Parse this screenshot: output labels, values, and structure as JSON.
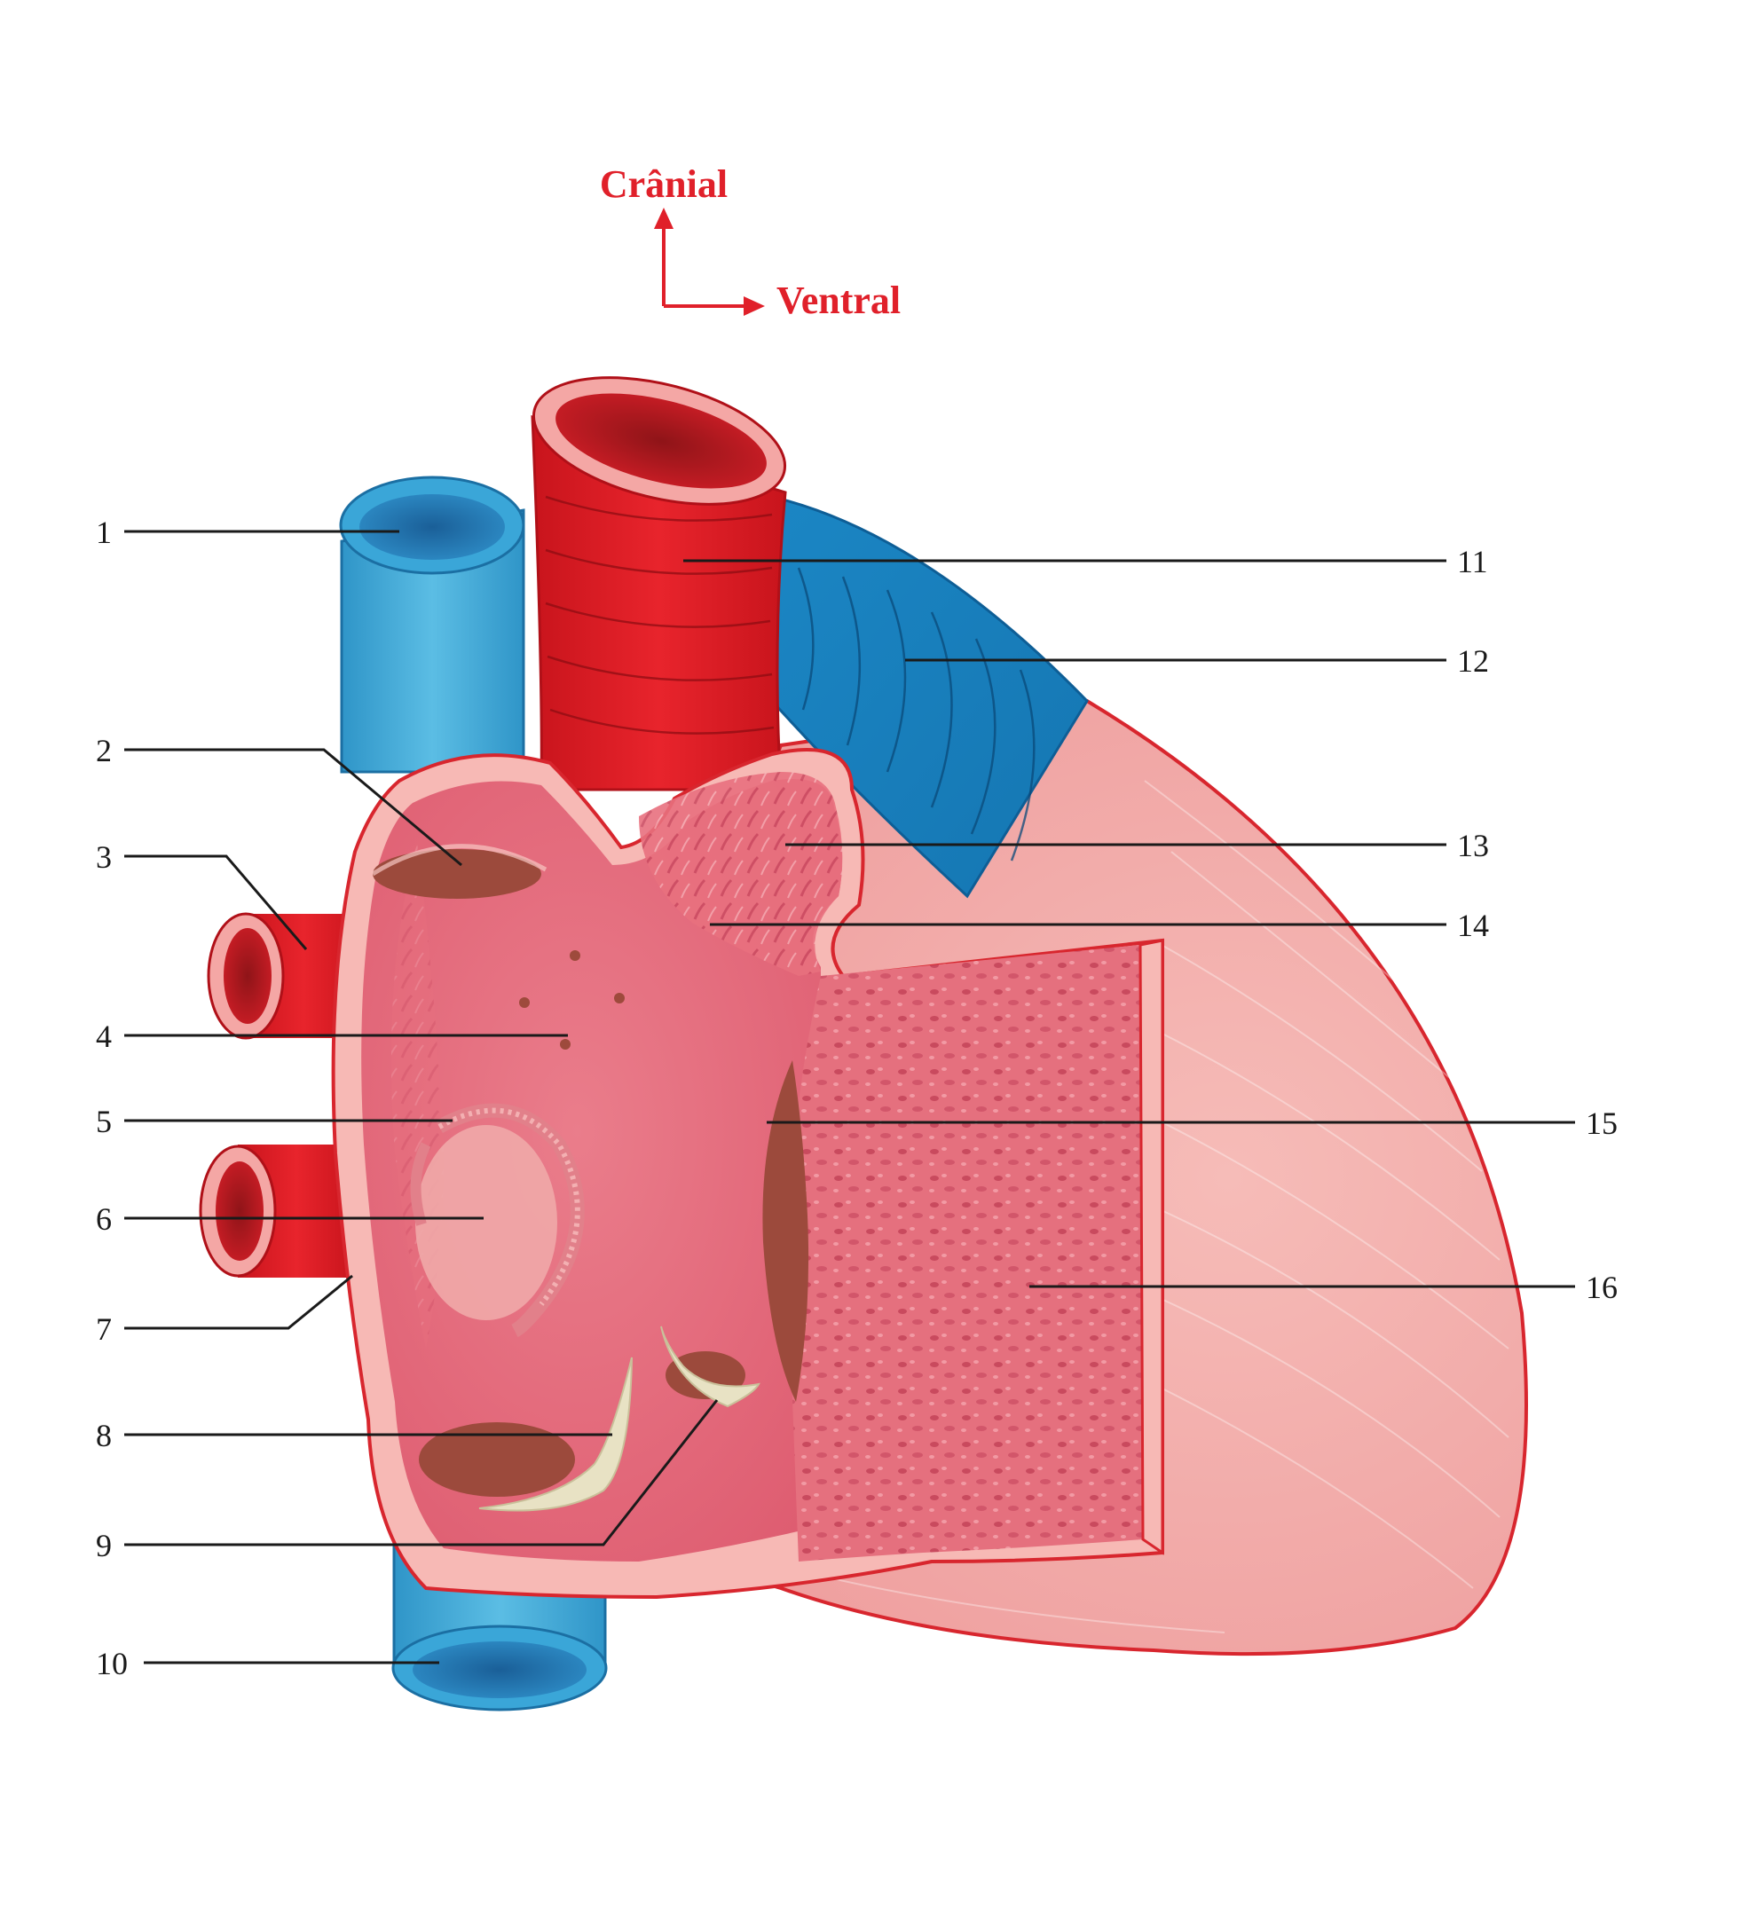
{
  "orientation": {
    "up_label": "Crânial",
    "right_label": "Ventral",
    "color": "#e0202a"
  },
  "labels": [
    {
      "id": "1",
      "text": "1"
    },
    {
      "id": "2",
      "text": "2"
    },
    {
      "id": "3",
      "text": "3"
    },
    {
      "id": "4",
      "text": "4"
    },
    {
      "id": "5",
      "text": "5"
    },
    {
      "id": "6",
      "text": "6"
    },
    {
      "id": "7",
      "text": "7"
    },
    {
      "id": "8",
      "text": "8"
    },
    {
      "id": "9",
      "text": "9"
    },
    {
      "id": "10",
      "text": "10"
    },
    {
      "id": "11",
      "text": "11"
    },
    {
      "id": "12",
      "text": "12"
    },
    {
      "id": "13",
      "text": "13"
    },
    {
      "id": "14",
      "text": "14"
    },
    {
      "id": "15",
      "text": "15"
    },
    {
      "id": "16",
      "text": "16"
    }
  ],
  "colors": {
    "vein_blue": "#3aa6d8",
    "artery_red": "#e01c24",
    "heart_pink": "#f2aaa8",
    "chamber_pink": "#e8707e",
    "wall_pink": "#f7b9b5",
    "outline_red": "#d8262e",
    "valve_cream": "#e8e2c4",
    "opening_brown": "#9c4a3c"
  }
}
